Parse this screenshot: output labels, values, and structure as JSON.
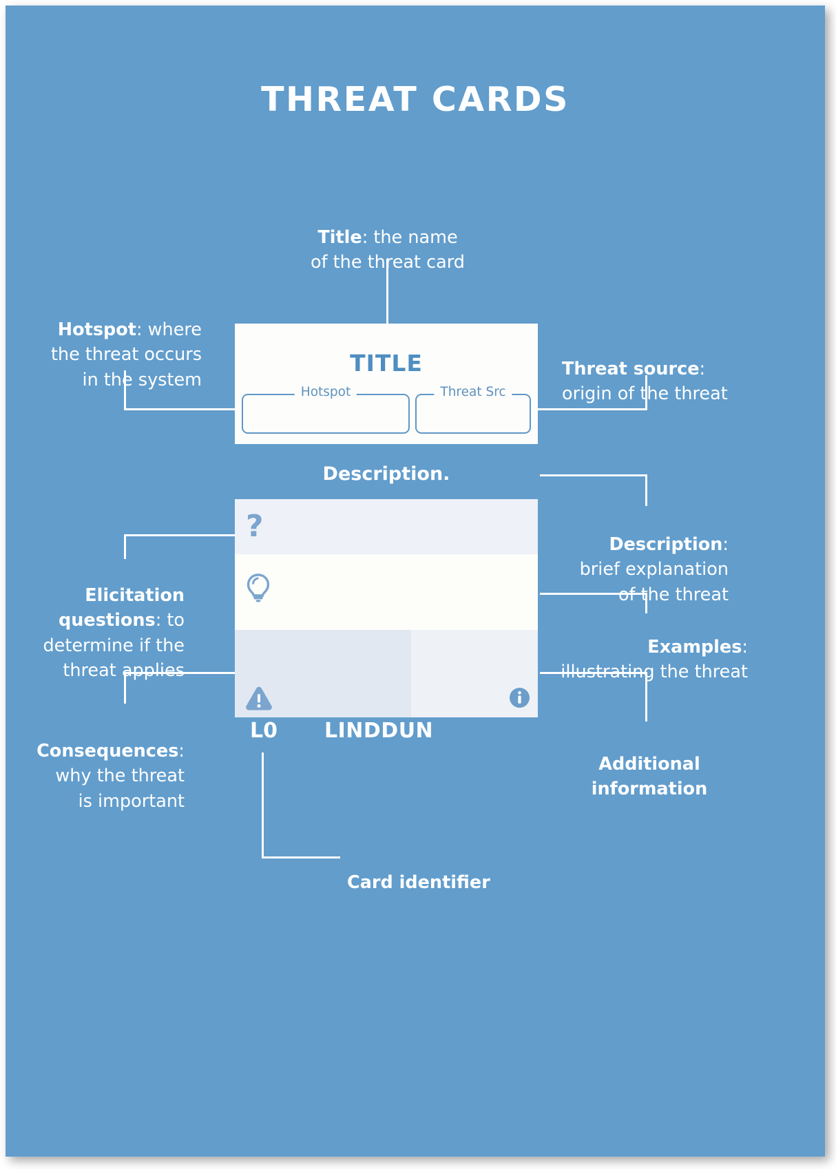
{
  "poster": {
    "title": "THREAT CARDS",
    "background_color": "#629dcc",
    "text_color": "#ffffff"
  },
  "card": {
    "title": "TITLE",
    "title_color": "#4e8ec0",
    "hotspot_label": "Hotspot",
    "threat_source_label": "Threat Src",
    "description_label": "Description.",
    "identifier": "L0",
    "brand": "LINDDUN",
    "icons": {
      "questions": "?",
      "examples": "lightbulb-icon",
      "consequences": "warning-icon",
      "additional_info": "info-icon"
    },
    "row_colors": {
      "questions": "#eef1f7",
      "examples": "#fdfdfa",
      "consequences": "#e2e8f2",
      "additional_info": "#eef1f6"
    }
  },
  "annotations": {
    "title": {
      "term": "Title",
      "sep": ": ",
      "text": " the name\nof the threat card"
    },
    "hotspot": {
      "term": "Hotspot",
      "sep": ": ",
      "text": " where\nthe threat occurs\nin the system"
    },
    "threat_source": {
      "term": "Threat source",
      "sep": ":",
      "text": "\norigin of the threat"
    },
    "description": {
      "term": "Description",
      "sep": ":",
      "text": "\nbrief explanation\nof the threat"
    },
    "elicitation": {
      "term": "Elicitation\nquestions",
      "sep": ": ",
      "text": " to\ndetermine if the\nthreat applies"
    },
    "examples": {
      "term": "Examples",
      "sep": ":",
      "text": "\nillustrating the threat"
    },
    "consequences": {
      "term": "Consequences",
      "sep": ":",
      "text": "\nwhy the threat\nis important"
    },
    "additional_information": {
      "term": "Additional\ninformation",
      "sep": "",
      "text": ""
    },
    "card_identifier": {
      "term": "Card identifier",
      "sep": "",
      "text": ""
    }
  }
}
